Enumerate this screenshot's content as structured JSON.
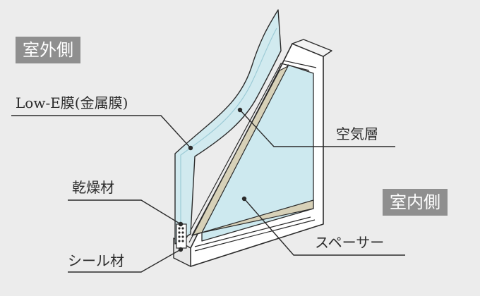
{
  "labels": {
    "outdoor": "室外側",
    "indoor": "室内側",
    "lowe": "Low-E膜(金属膜)",
    "air_layer": "空気層",
    "desiccant": "乾燥材",
    "sealant": "シール材",
    "spacer": "スペーサー"
  },
  "colors": {
    "background": "#ececec",
    "tag_bg": "#8f8f8f",
    "glass_fill": "#cde9ef",
    "frame_fill": "#ffffff",
    "frame_side": "#e7e7e7",
    "line": "#2b2b2b",
    "spacer_fill": "#d7d1b8"
  }
}
